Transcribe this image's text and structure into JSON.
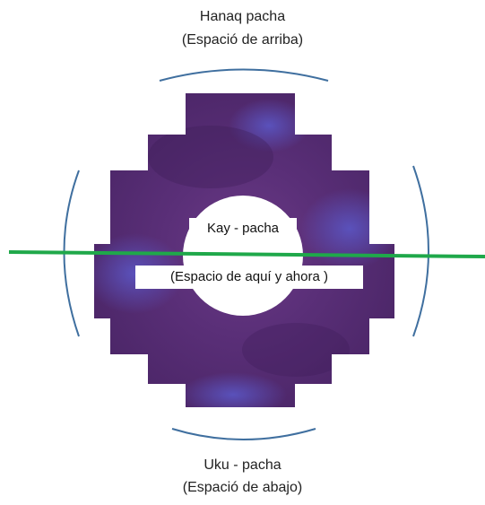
{
  "labels": {
    "top_line1": "Hanaq pacha",
    "top_line2": "(Espació de arriba)",
    "middle_top": "Kay - pacha",
    "middle_bottom": "(Espacio de aquí y ahora )",
    "bottom_line1": "Uku - pacha",
    "bottom_line2": "(Espació de abajo)"
  },
  "colors": {
    "cross_dark": "#4a2566",
    "cross_mid": "#6b3a86",
    "cross_blue": "#5b58c8",
    "arc": "#3f6f9f",
    "line": "#1fa84a"
  }
}
